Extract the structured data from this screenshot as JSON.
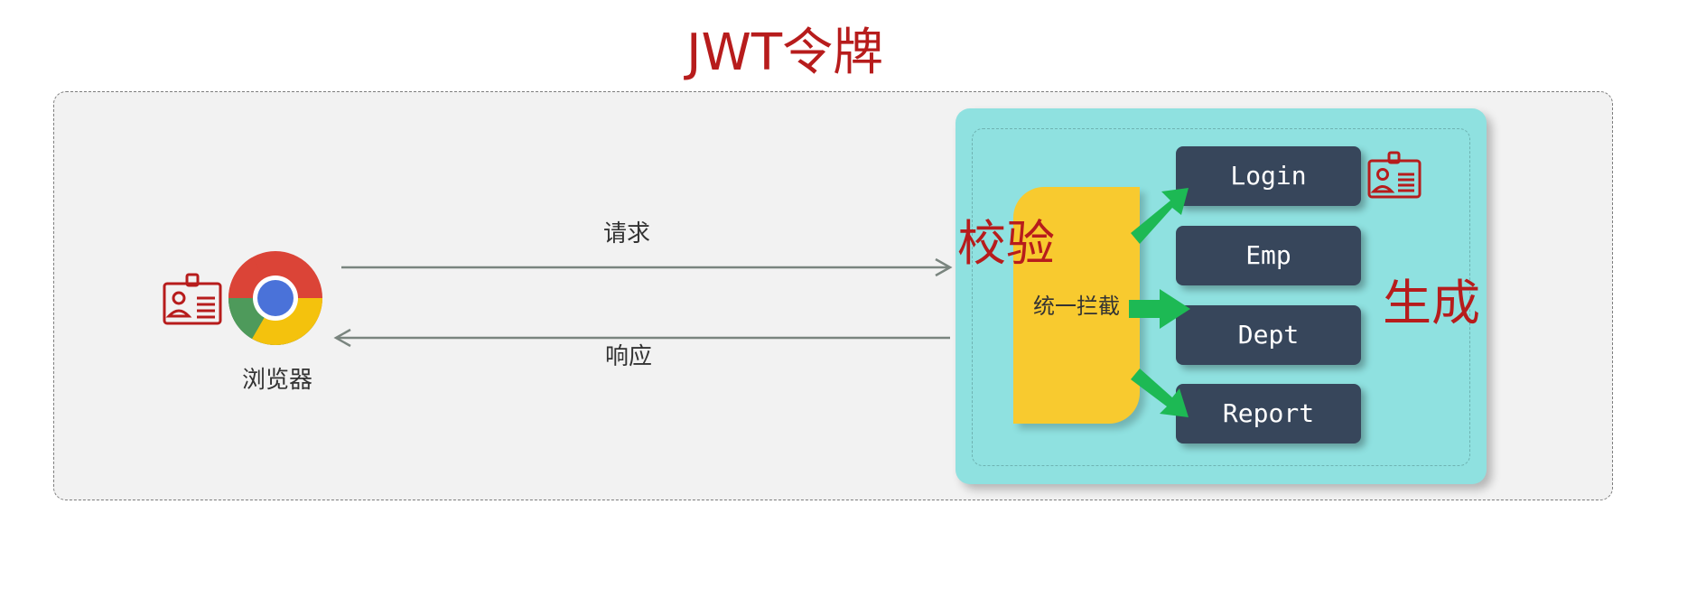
{
  "title": "JWT令牌",
  "client": {
    "label": "浏览器",
    "icon": "chrome-browser-icon",
    "badge_icon": "id-card-icon"
  },
  "flows": {
    "request_label": "请求",
    "response_label": "响应"
  },
  "server": {
    "interceptor_label": "统一拦截",
    "verify_label": "校验",
    "generate_label": "生成",
    "routes": [
      "Login",
      "Emp",
      "Dept",
      "Report"
    ],
    "login_badge_icon": "id-card-icon"
  },
  "colors": {
    "title": "#b71c1c",
    "server_bg": "#8fe1e0",
    "interceptor": "#f8ca2f",
    "route_button": "#37465b",
    "arrow": "#1db954",
    "flow_line": "#7a857f"
  }
}
